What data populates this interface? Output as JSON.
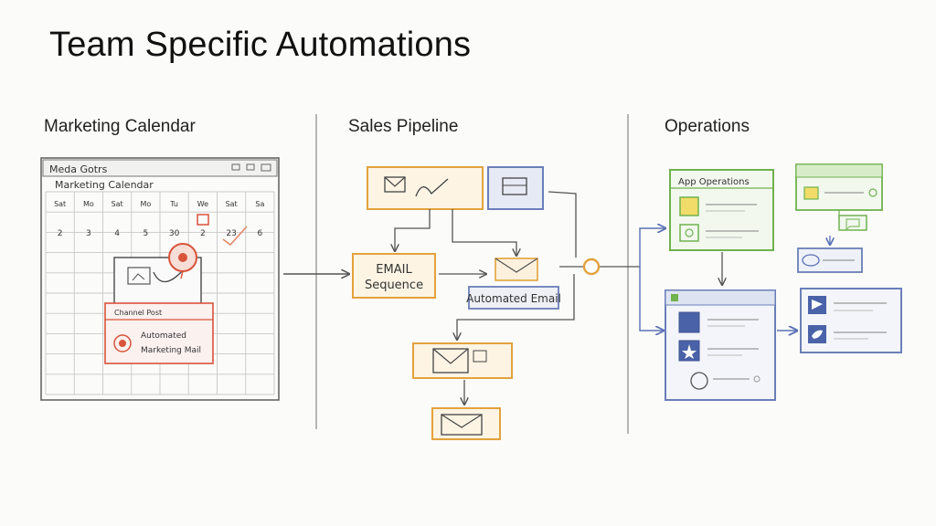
{
  "title": "Team Specific Automations",
  "sections": {
    "marketing": {
      "label": "Marketing Calendar",
      "window_title": "Meda Gotrs",
      "calendar_header": "Marketing Calendar",
      "weekdays": [
        "Sat",
        "Mo",
        "Sat",
        "Mo",
        "Tu",
        "We",
        "Sat",
        "Sa"
      ],
      "dates": [
        "2",
        "3",
        "4",
        "5",
        "30",
        "2",
        "23",
        "6"
      ],
      "popup_header": "Channel Post",
      "popup_lines": [
        "Automated",
        "Marketing Mail"
      ]
    },
    "sales": {
      "label": "Sales Pipeline",
      "email_sequence_line1": "EMAIL",
      "email_sequence_line2": "Sequence",
      "automated_email": "Automated Email"
    },
    "operations": {
      "label": "Operations",
      "app_window_title": "App Operations"
    }
  },
  "colors": {
    "orange": "#e3a23c",
    "blue": "#6a7fb8",
    "green": "#6fb24e",
    "red": "#d9533a",
    "pencil": "#555555"
  }
}
